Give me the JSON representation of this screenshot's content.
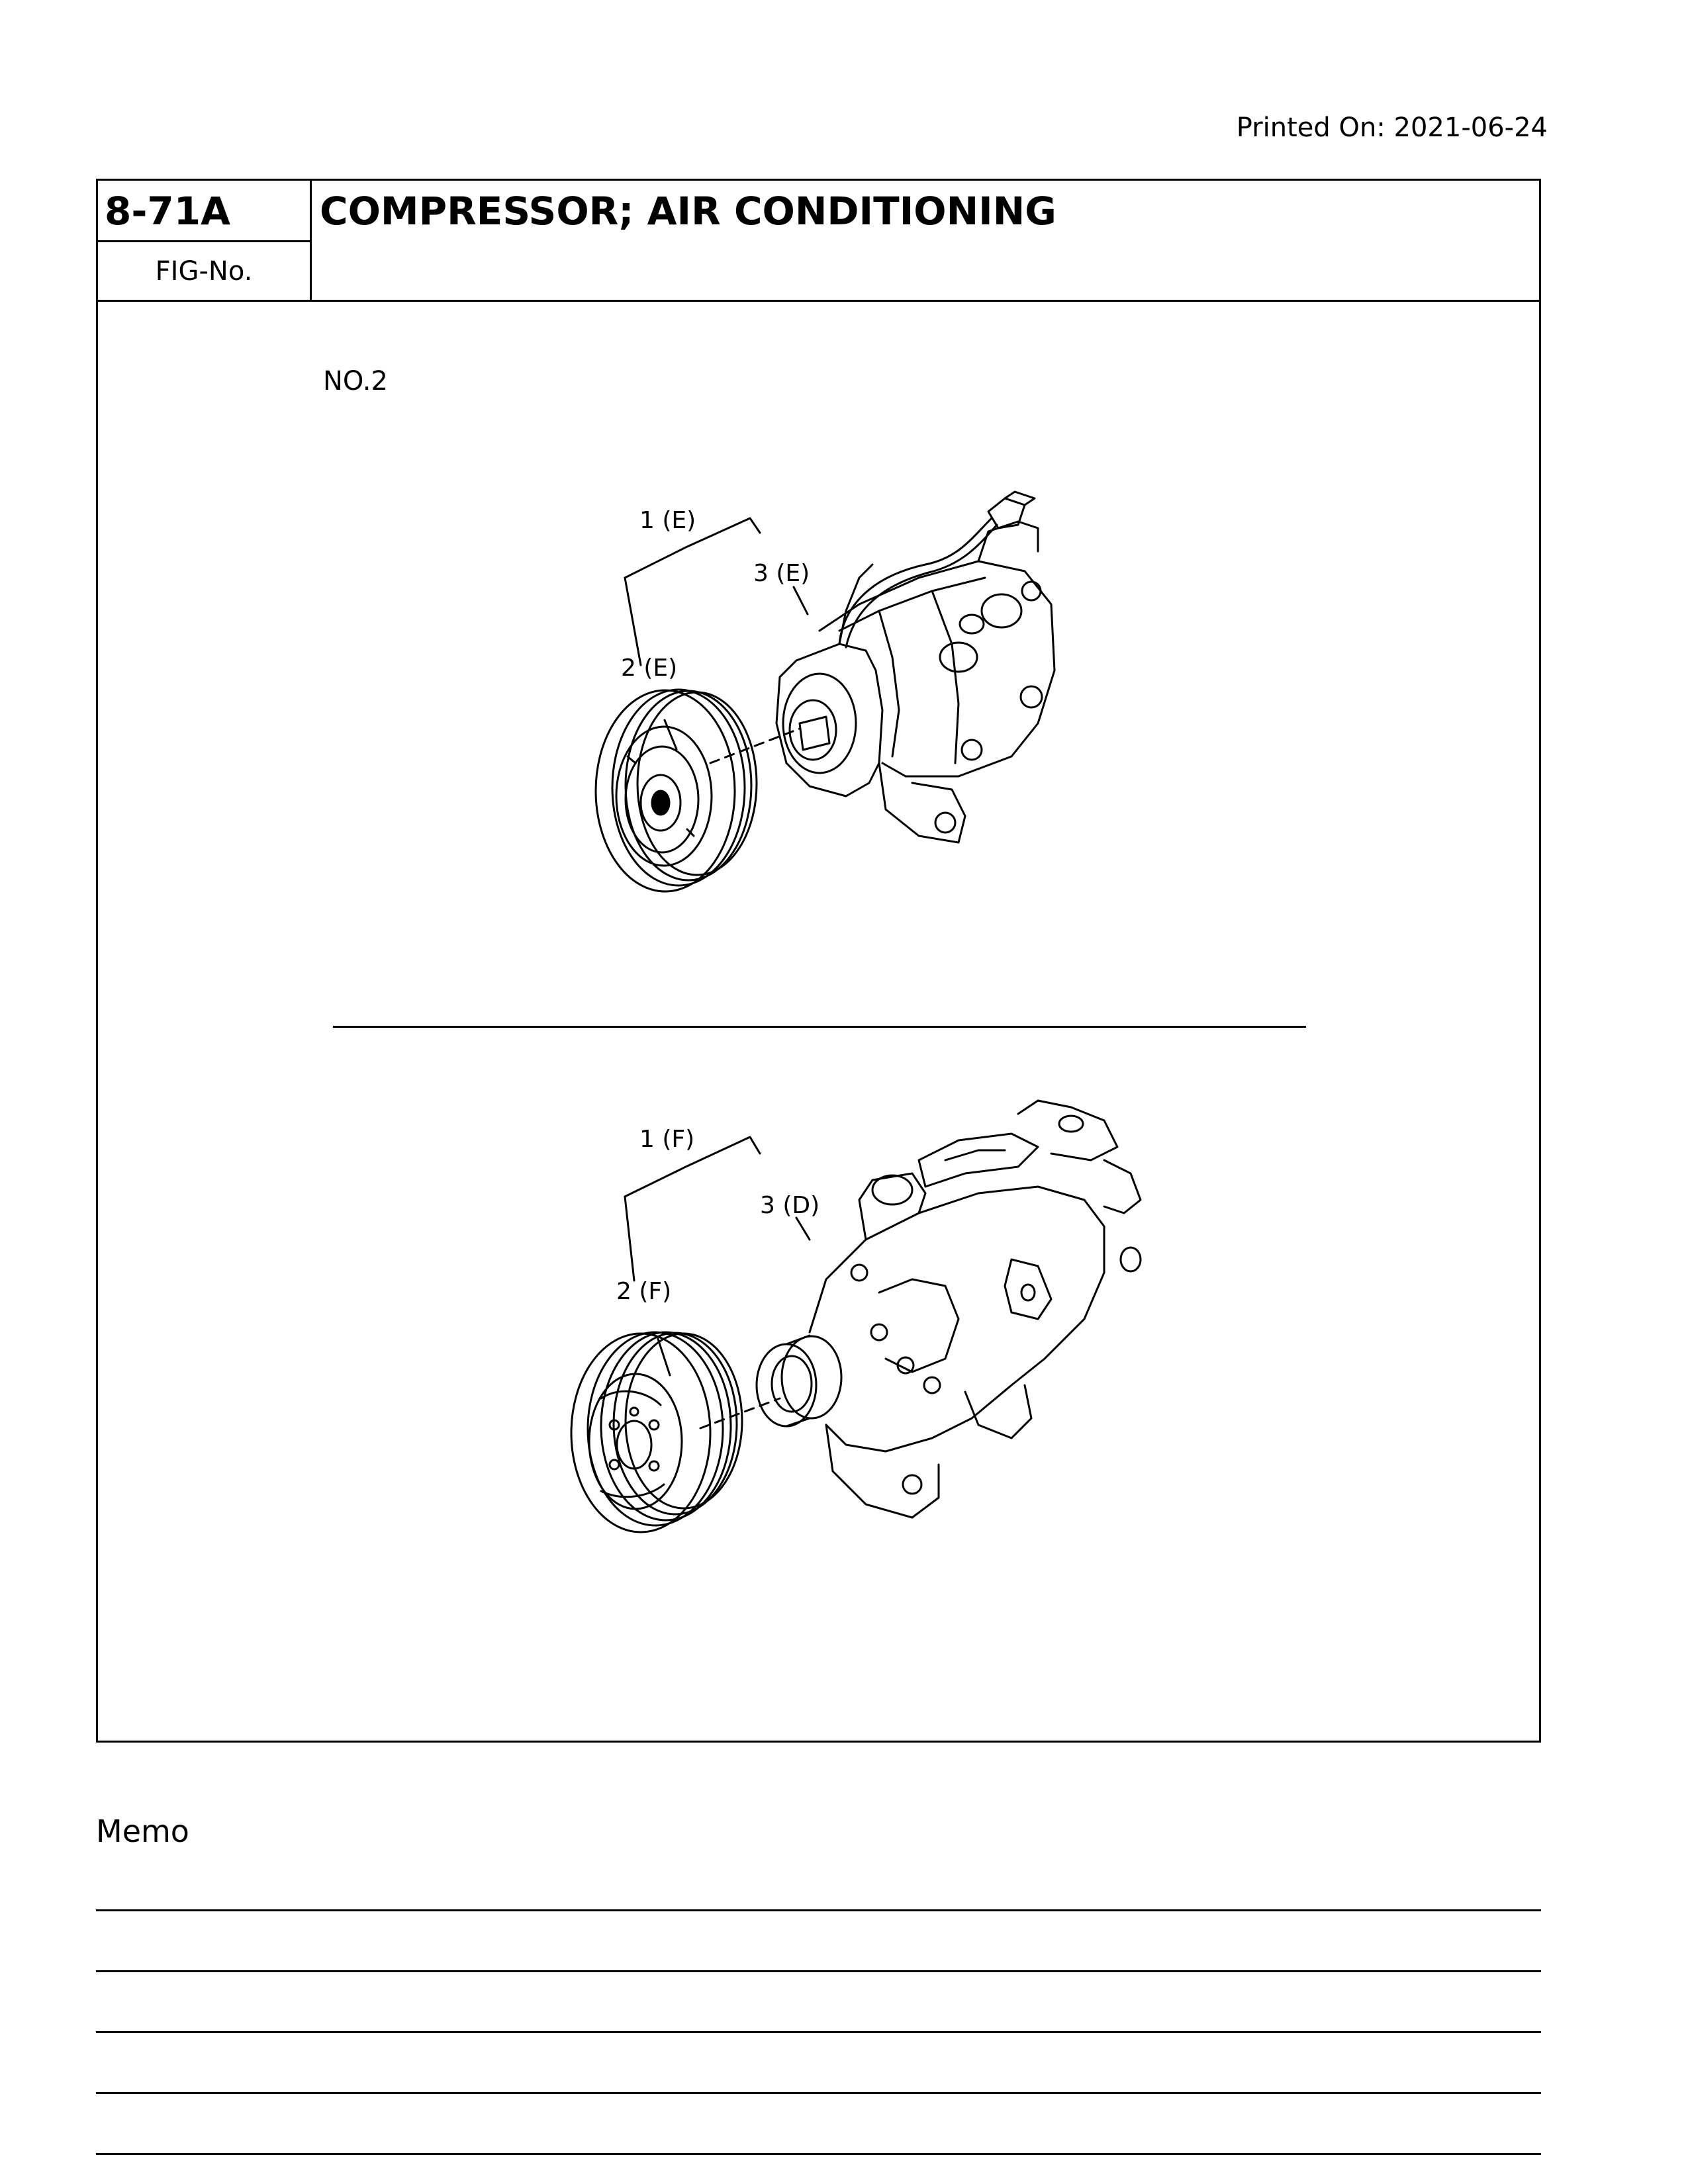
{
  "printed_on": "Printed On: 2021-06-24",
  "header": {
    "fig_number": "8-71A",
    "fig_label": "FIG-No.",
    "title": "COMPRESSOR; AIR CONDITIONING"
  },
  "variant": "NO.2",
  "diagram_top": {
    "callouts": [
      "1 (E)",
      "3 (E)",
      "2 (E)"
    ]
  },
  "diagram_bottom": {
    "callouts": [
      "1 (F)",
      "3 (D)",
      "2 (F)"
    ]
  },
  "memo": {
    "title": "Memo"
  }
}
